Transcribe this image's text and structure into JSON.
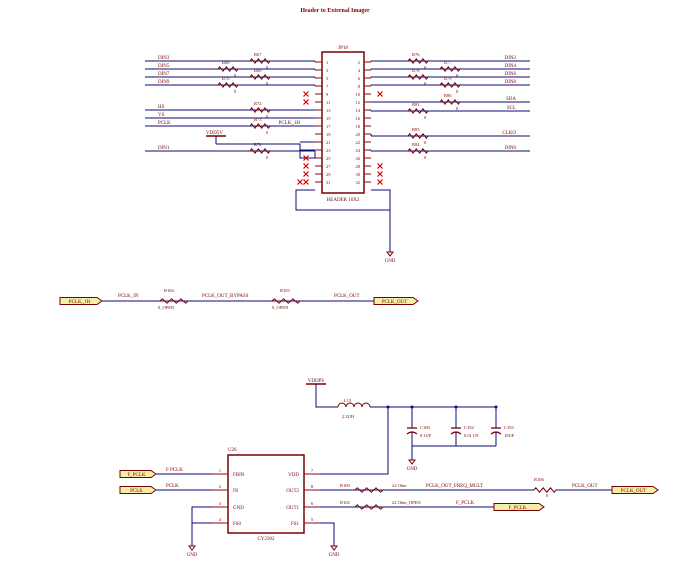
{
  "title": "Header to External Imager",
  "colors": {
    "wire": "#0b0b7a",
    "pin": "#8a0a0a",
    "part": "#7a0000",
    "text": "#7a0000",
    "port_fill": "#f4f0a8",
    "x_mark": "#dd0000"
  },
  "header": {
    "ref": "JP18",
    "part": "HEADER 16X2",
    "left_pins": [
      "1",
      "3",
      "5",
      "7",
      "9",
      "11",
      "13",
      "15",
      "17",
      "19",
      "21",
      "23",
      "25",
      "27",
      "29",
      "31"
    ],
    "right_pins": [
      "2",
      "4",
      "6",
      "8",
      "10",
      "12",
      "14",
      "16",
      "18",
      "20",
      "22",
      "24",
      "26",
      "28",
      "30",
      "32"
    ]
  },
  "top_nets": {
    "left": [
      "DIN3",
      "DIN5",
      "DIN7",
      "DIN9",
      "HS",
      "VS",
      "PCLK",
      "VDD5V",
      "DIN1"
    ],
    "right": [
      "DIN2",
      "DIN4",
      "DIN6",
      "DIN8",
      "SDA",
      "SCL",
      "CLKO",
      "DIN0"
    ],
    "pclk_label": "PCLK_1H"
  },
  "resistors": {
    "left": [
      "R67",
      "R68",
      "R69",
      "R70",
      "R72",
      "R73",
      "R74"
    ],
    "right": [
      "R76",
      "R77",
      "R78",
      "R79",
      "R80",
      "R81",
      "R83",
      "R84"
    ],
    "value": "0"
  },
  "bypass": {
    "in_port": "PCLK_1H",
    "net_in": "PCLK_IN",
    "r1": "R104",
    "r1_val": "0_OPEN",
    "net_mid": "PCLK_OUT_BYPASS",
    "r2": "R103",
    "r2_val": "0_OPEN",
    "net_out": "PCLK_OUT",
    "out_port": "PCLK_OUT"
  },
  "pll": {
    "ref": "U26",
    "part": "CY2302",
    "pins_left": [
      {
        "num": "1",
        "name": "FBIN"
      },
      {
        "num": "2",
        "name": "IN"
      },
      {
        "num": "3",
        "name": "GND"
      },
      {
        "num": "4",
        "name": "FS0"
      }
    ],
    "pins_right": [
      {
        "num": "7",
        "name": "VDD"
      },
      {
        "num": "8",
        "name": "OUT2"
      },
      {
        "num": "6",
        "name": "OUT1"
      },
      {
        "num": "5",
        "name": "FS1"
      }
    ],
    "supply": "VDDPS",
    "inductor": "L13",
    "inductor_val": "2.2UH",
    "caps": [
      {
        "ref": "C100",
        "val": "0.1UF"
      },
      {
        "ref": "C102",
        "val": "0.01 UF"
      },
      {
        "ref": "C103",
        "val": "10UF"
      }
    ],
    "port_a": "F_PCLK",
    "net_a": "F PCLK",
    "port_b": "PCLK",
    "net_b": "PCLK",
    "r_out2": "R100",
    "r_out2_val": "22 Ohm",
    "net_out2": "PCLK_OUT_FREQ_MULT",
    "r_out1": "R102",
    "r_out1_val": "22 Ohm_OPEN",
    "net_out1": "F_PCLK",
    "port_out1": "F_PCLK",
    "r_final": "R106",
    "r_final_val": "0",
    "net_final": "PCLK_OUT",
    "port_final": "PCLK_OUT"
  },
  "gnd": "GND"
}
